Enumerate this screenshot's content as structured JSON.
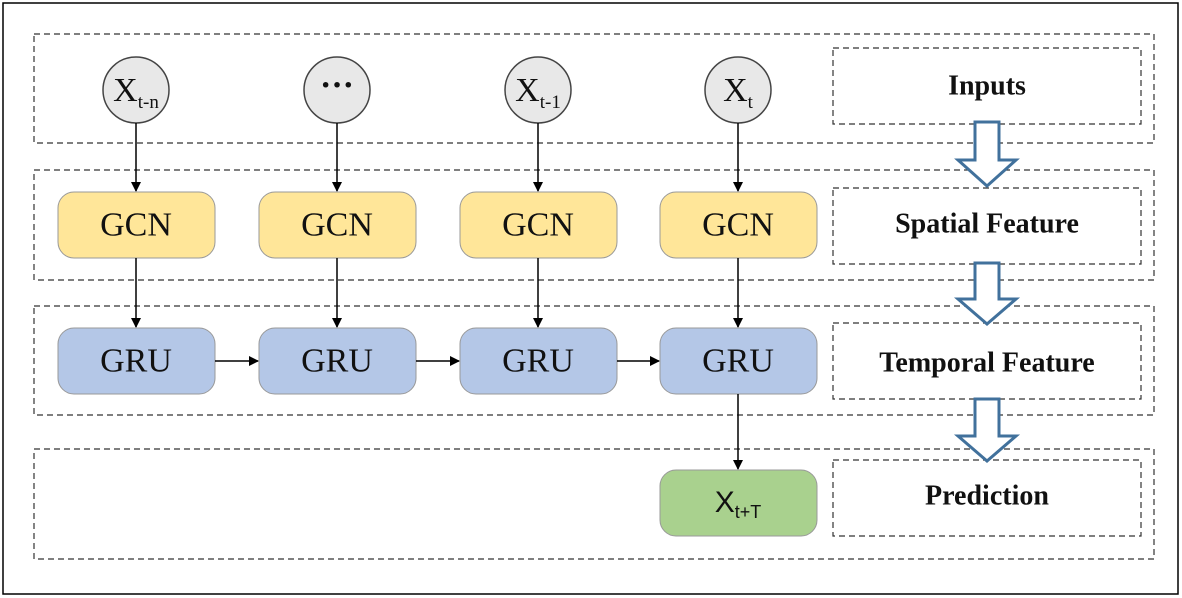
{
  "colors": {
    "gcn_fill": "#ffe699",
    "gru_fill": "#b4c7e7",
    "pred_fill": "#a9d18e",
    "input_fill": "#e8e8e8",
    "stage_arrow": "#41719c",
    "line": "#000000"
  },
  "inputs": [
    {
      "base": "X",
      "sub": "t-n"
    },
    {
      "base": "···",
      "sub": ""
    },
    {
      "base": "X",
      "sub": "t-1"
    },
    {
      "base": "X",
      "sub": "t"
    }
  ],
  "gcn_label": "GCN",
  "gru_label": "GRU",
  "prediction": {
    "base": "X",
    "sub": "t+T"
  },
  "stages": {
    "inputs": "Inputs",
    "spatial": "Spatial Feature",
    "temporal": "Temporal Feature",
    "prediction": "Prediction"
  }
}
